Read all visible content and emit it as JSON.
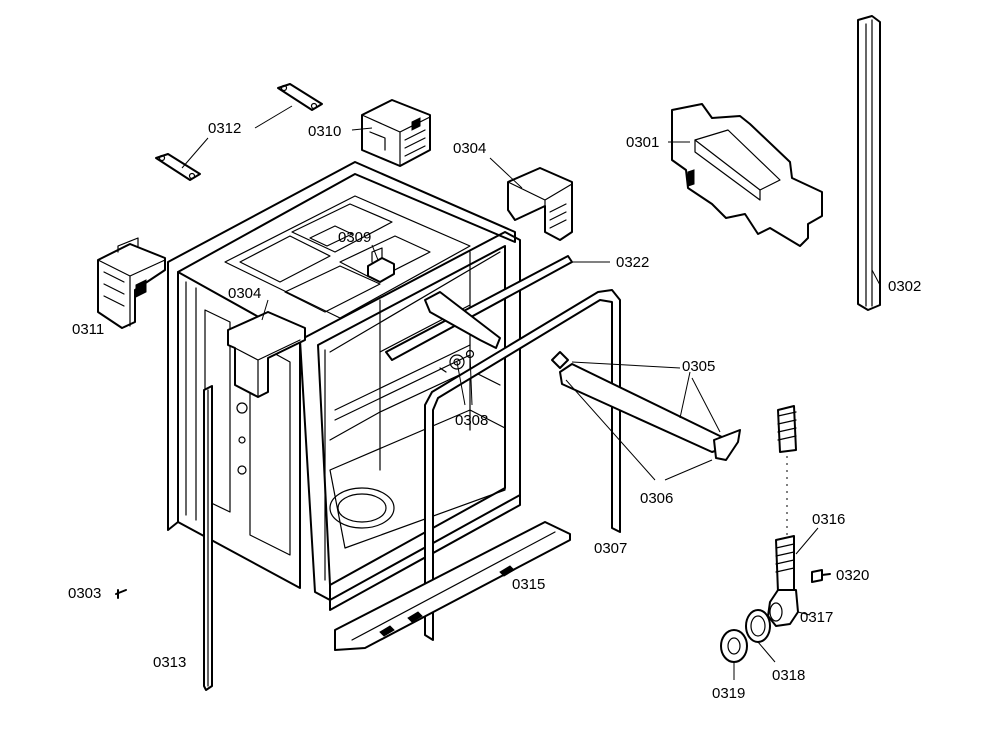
{
  "labels": {
    "p0301": "0301",
    "p0302": "0302",
    "p0303": "0303",
    "p0304_top": "0304",
    "p0304_left": "0304",
    "p0305": "0305",
    "p0306": "0306",
    "p0307": "0307",
    "p0308": "0308",
    "p0309": "0309",
    "p0310": "0310",
    "p0311": "0311",
    "p0312": "0312",
    "p0313": "0313",
    "p0315": "0315",
    "p0316": "0316",
    "p0317": "0317",
    "p0318": "0318",
    "p0319": "0319",
    "p0320": "0320",
    "p0322": "0322"
  }
}
